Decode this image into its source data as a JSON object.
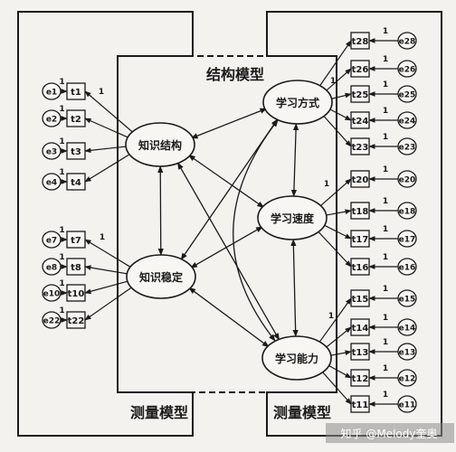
{
  "diagram": {
    "structural_title": "结构模型",
    "left_measure_title": "测量模型",
    "right_measure_title": "测量模型",
    "watermark": "知乎 @Melody奎奥"
  },
  "latent_factors": [
    {
      "id": "zsjg",
      "label": "知识结构"
    },
    {
      "id": "zswd",
      "label": "知识稳定"
    },
    {
      "id": "xxfs",
      "label": "学习方式"
    },
    {
      "id": "xxsd",
      "label": "学习速度"
    },
    {
      "id": "xxnl",
      "label": "学习能力"
    }
  ],
  "indicators": [
    {
      "id": "t1",
      "label": "t1",
      "error": "e1",
      "factor": "zsjg"
    },
    {
      "id": "t2",
      "label": "t2",
      "error": "e2",
      "factor": "zsjg"
    },
    {
      "id": "t3",
      "label": "t3",
      "error": "e3",
      "factor": "zsjg"
    },
    {
      "id": "t4",
      "label": "t4",
      "error": "e4",
      "factor": "zsjg"
    },
    {
      "id": "t7",
      "label": "t7",
      "error": "e7",
      "factor": "zswd"
    },
    {
      "id": "t8",
      "label": "t8",
      "error": "e8",
      "factor": "zswd"
    },
    {
      "id": "t10",
      "label": "t10",
      "error": "e10",
      "factor": "zswd"
    },
    {
      "id": "t22",
      "label": "t22",
      "error": "e22",
      "factor": "zswd"
    },
    {
      "id": "t28",
      "label": "t28",
      "error": "e28",
      "factor": "xxfs"
    },
    {
      "id": "t26",
      "label": "t26",
      "error": "e26",
      "factor": "xxfs"
    },
    {
      "id": "t25",
      "label": "t25",
      "error": "e25",
      "factor": "xxfs"
    },
    {
      "id": "t24",
      "label": "t24",
      "error": "e24",
      "factor": "xxfs"
    },
    {
      "id": "t23",
      "label": "t23",
      "error": "e23",
      "factor": "xxfs"
    },
    {
      "id": "t20",
      "label": "t20",
      "error": "e20",
      "factor": "xxsd"
    },
    {
      "id": "t18",
      "label": "t18",
      "error": "e18",
      "factor": "xxsd"
    },
    {
      "id": "t17",
      "label": "t17",
      "error": "e17",
      "factor": "xxsd"
    },
    {
      "id": "t16",
      "label": "t16",
      "error": "e16",
      "factor": "xxsd"
    },
    {
      "id": "t15",
      "label": "t15",
      "error": "e15",
      "factor": "xxnl"
    },
    {
      "id": "t14",
      "label": "t14",
      "error": "e14",
      "factor": "xxnl"
    },
    {
      "id": "t13",
      "label": "t13",
      "error": "e13",
      "factor": "xxnl"
    },
    {
      "id": "t12",
      "label": "t12",
      "error": "e12",
      "factor": "xxnl"
    },
    {
      "id": "t11",
      "label": "t11",
      "error": "e11",
      "factor": "xxnl"
    }
  ],
  "path_constant": "1",
  "covariances": [
    [
      "zsjg",
      "zswd"
    ],
    [
      "zsjg",
      "xxfs"
    ],
    [
      "zsjg",
      "xxsd"
    ],
    [
      "zsjg",
      "xxnl"
    ],
    [
      "zswd",
      "xxfs"
    ],
    [
      "zswd",
      "xxsd"
    ],
    [
      "zswd",
      "xxnl"
    ],
    [
      "xxfs",
      "xxsd"
    ],
    [
      "xxsd",
      "xxnl"
    ],
    [
      "xxfs",
      "xxnl"
    ]
  ],
  "colors": {
    "ink": "#1a1a1a",
    "paper": "#f4f2ee",
    "watermark": "#ffffff"
  }
}
